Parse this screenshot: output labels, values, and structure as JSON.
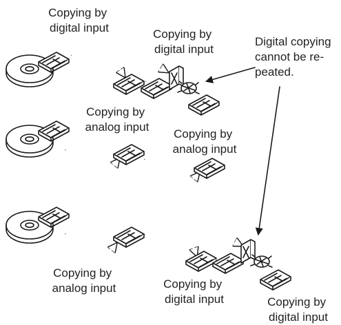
{
  "labels": {
    "row1_copy1": [
      "Copying by",
      "digital input"
    ],
    "row1_copy2": [
      "Copying by",
      "digital input"
    ],
    "note": [
      "Digital copying",
      "cannot be re-",
      "peated."
    ],
    "row2_copy1": [
      "Copying by",
      "analog input"
    ],
    "row2_copy2": [
      "Copying by",
      "analog input"
    ],
    "row3_copy1": [
      "Copying by",
      "analog input"
    ],
    "row3_copy2": [
      "Copying by",
      "digital input"
    ],
    "row3_copy3": [
      "Copying by",
      "digital input"
    ]
  },
  "colors": {
    "ink": "#1a1a1a",
    "paper": "#ffffff"
  },
  "icons": [
    "compact-disc-icon",
    "minidisc-icon",
    "prohibited-copy-icon",
    "broken-disc-icon"
  ]
}
